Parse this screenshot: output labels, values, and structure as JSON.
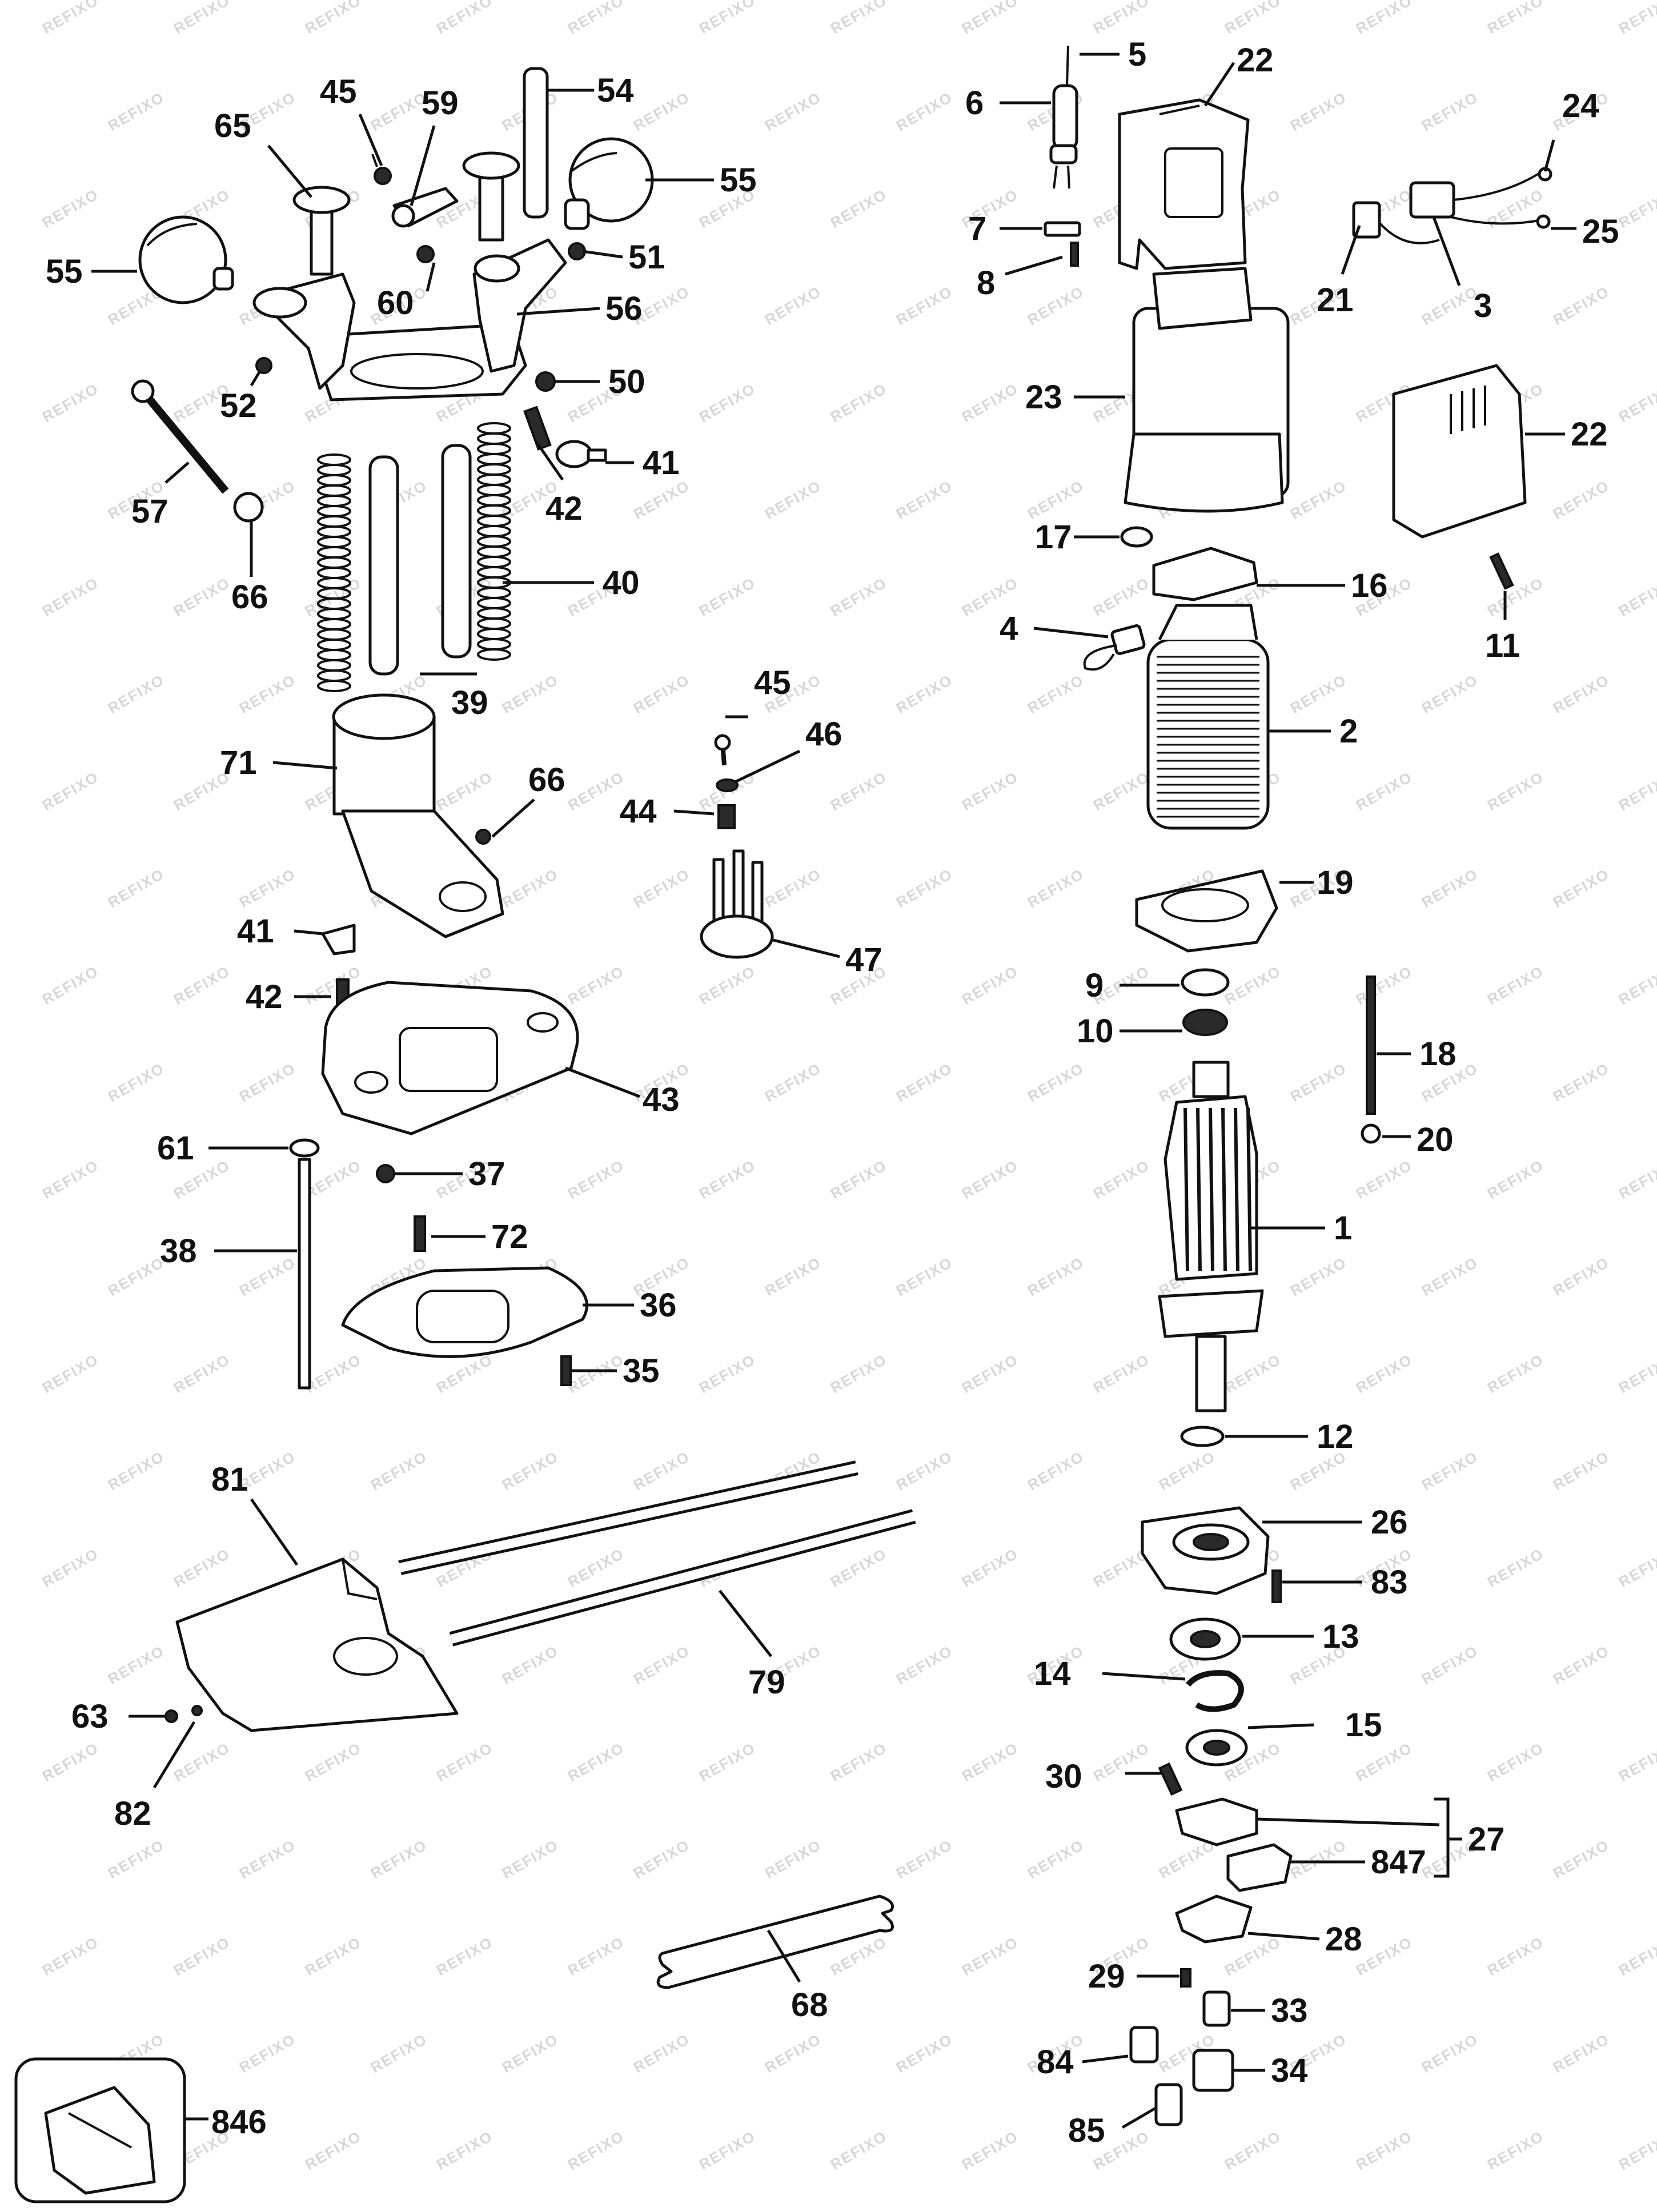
{
  "watermark": "REFIXO",
  "labels": {
    "l1": "1",
    "l2": "2",
    "l3": "3",
    "l4": "4",
    "l5": "5",
    "l6": "6",
    "l7": "7",
    "l8": "8",
    "l9": "9",
    "l10": "10",
    "l11": "11",
    "l12": "12",
    "l13": "13",
    "l14": "14",
    "l15": "15",
    "l16": "16",
    "l17": "17",
    "l18": "18",
    "l19": "19",
    "l20": "20",
    "l21": "21",
    "l22a": "22",
    "l22b": "22",
    "l23": "23",
    "l24": "24",
    "l25": "25",
    "l26": "26",
    "l27": "27",
    "l28": "28",
    "l29": "29",
    "l30": "30",
    "l33": "33",
    "l34": "34",
    "l35": "35",
    "l36": "36",
    "l37": "37",
    "l38": "38",
    "l39": "39",
    "l40": "40",
    "l41a": "41",
    "l41b": "41",
    "l42a": "42",
    "l42b": "42",
    "l43": "43",
    "l44": "44",
    "l45a": "45",
    "l45b": "45",
    "l46": "46",
    "l47": "47",
    "l50": "50",
    "l51": "51",
    "l52": "52",
    "l54": "54",
    "l55a": "55",
    "l55b": "55",
    "l56": "56",
    "l57": "57",
    "l59": "59",
    "l60": "60",
    "l61": "61",
    "l63": "63",
    "l65": "65",
    "l66a": "66",
    "l66b": "66",
    "l68": "68",
    "l71": "71",
    "l72": "72",
    "l79": "79",
    "l81": "81",
    "l82": "82",
    "l83": "83",
    "l84": "84",
    "l85": "85",
    "l846": "846",
    "l847": "847"
  }
}
